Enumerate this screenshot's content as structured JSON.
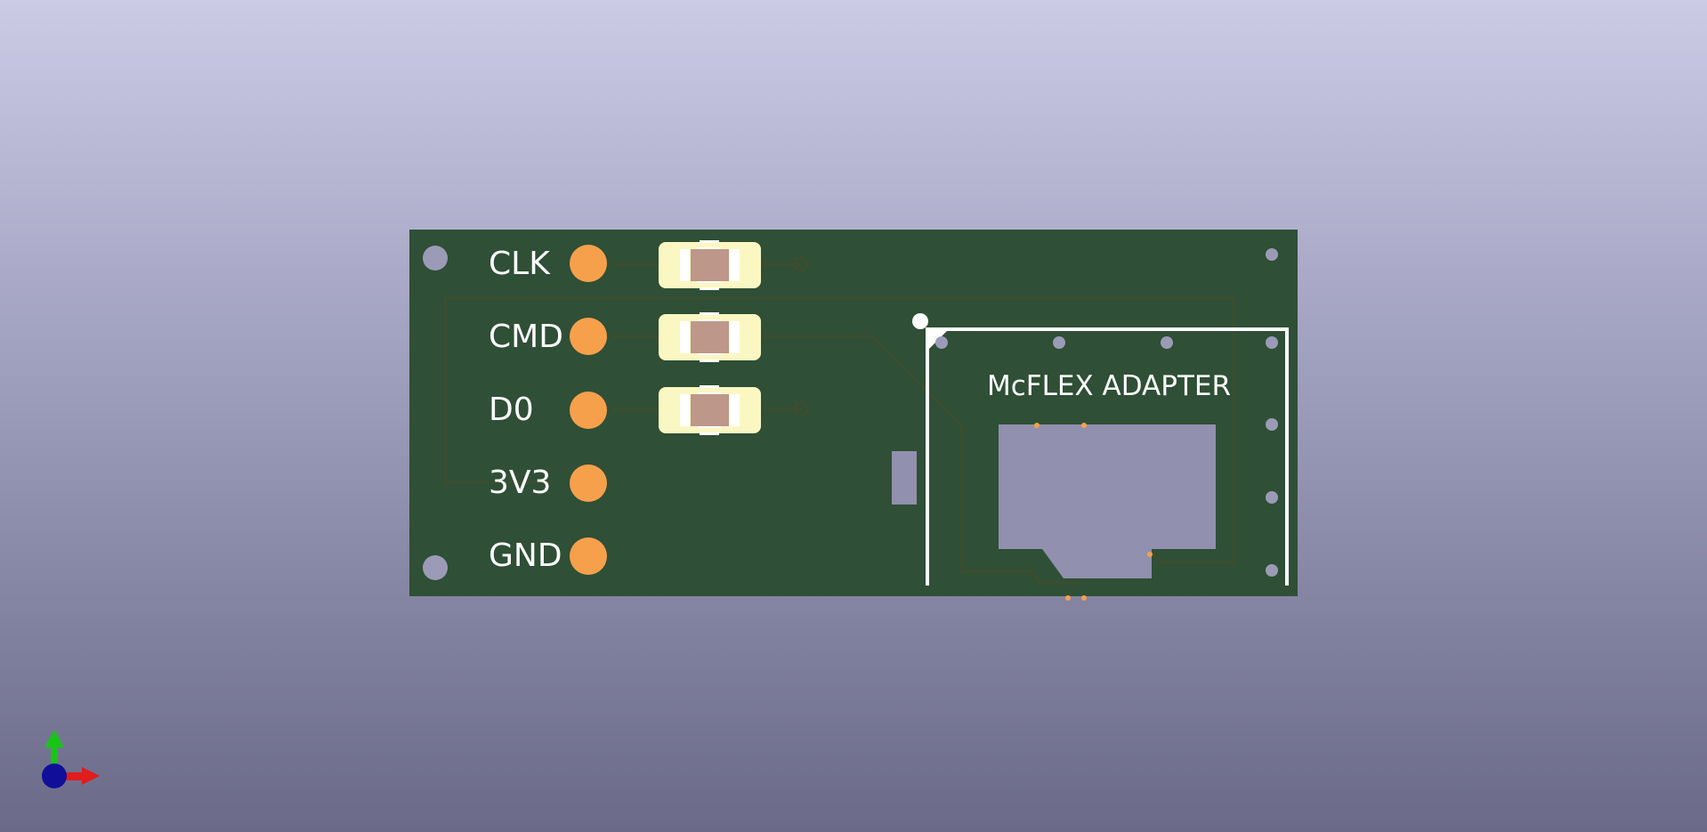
{
  "viewer": {
    "view": "bottom"
  },
  "board": {
    "colors": {
      "soldermask": "#2f4f36",
      "trace": "#3b4b2c",
      "copper_pad": "#f7a04c",
      "mount_hole": "#9b9bb7",
      "silkscreen": "#ffffff",
      "cutout": "#9190ae",
      "smd_pad": "#fbf7c2",
      "resistor_body": "#bd978a"
    },
    "pin_labels": [
      "CLK",
      "CMD",
      "D0",
      "3V3",
      "GND"
    ],
    "adapter_label": "McFLEX ADAPTER",
    "resistor_count": 3
  },
  "axis_gizmo": {
    "x_color": "#e01c1c",
    "y_color": "#19c419",
    "z_color": "#0f0f9a"
  }
}
